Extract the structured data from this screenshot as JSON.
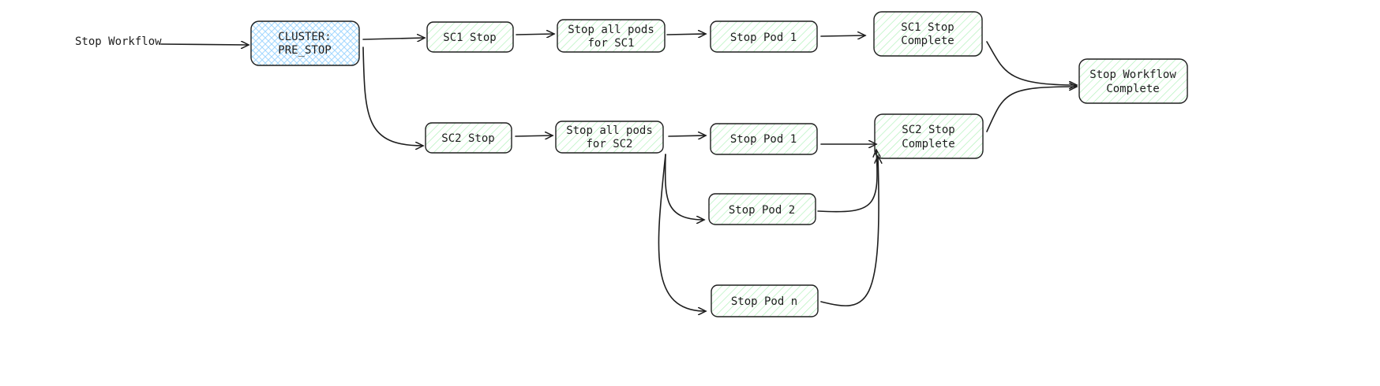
{
  "diagram": {
    "start_label": "Stop Workflow",
    "nodes": {
      "cluster": {
        "lines": [
          "CLUSTER:",
          "PRE_STOP"
        ],
        "fill": "#a5d8ff"
      },
      "sc1_stop": {
        "lines": [
          "SC1 Stop"
        ],
        "fill": "#b2f2bb"
      },
      "sc1_stop_all": {
        "lines": [
          "Stop all pods",
          "for SC1"
        ],
        "fill": "#b2f2bb"
      },
      "sc1_pod1": {
        "lines": [
          "Stop Pod 1"
        ],
        "fill": "#b2f2bb"
      },
      "sc1_complete": {
        "lines": [
          "SC1 Stop",
          "Complete"
        ],
        "fill": "#b2f2bb"
      },
      "sc2_stop": {
        "lines": [
          "SC2 Stop"
        ],
        "fill": "#b2f2bb"
      },
      "sc2_stop_all": {
        "lines": [
          "Stop all pods",
          "for SC2"
        ],
        "fill": "#b2f2bb"
      },
      "sc2_pod1": {
        "lines": [
          "Stop Pod 1"
        ],
        "fill": "#b2f2bb"
      },
      "sc2_pod2": {
        "lines": [
          "Stop Pod 2"
        ],
        "fill": "#b2f2bb"
      },
      "sc2_podn": {
        "lines": [
          "Stop Pod n"
        ],
        "fill": "#b2f2bb"
      },
      "sc2_complete": {
        "lines": [
          "SC2 Stop",
          "Complete"
        ],
        "fill": "#b2f2bb"
      },
      "workflow_complete": {
        "lines": [
          "Stop Workflow",
          "Complete"
        ],
        "fill": "#b2f2bb"
      }
    }
  }
}
